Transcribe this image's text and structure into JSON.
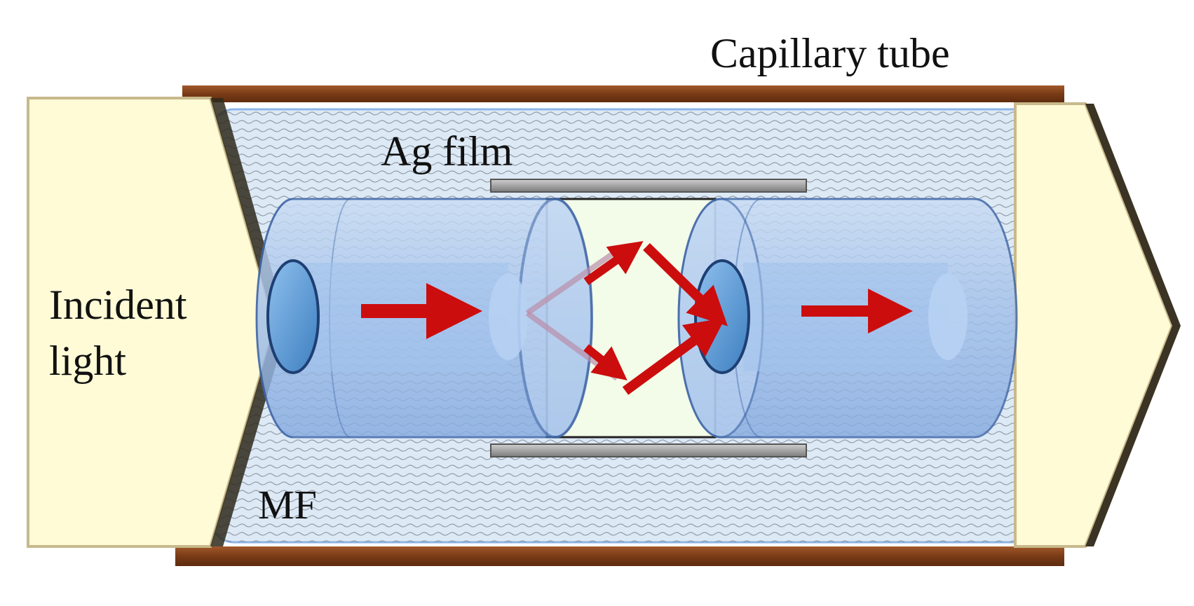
{
  "diagram": {
    "labels": {
      "capillary_tube": "Capillary tube",
      "ag_film": "Ag film",
      "incident_light_line1": "Incident",
      "incident_light_line2": "light",
      "mf": "MF"
    },
    "colors": {
      "capillary_wall": "#8b4513",
      "fiber_block": "#fffbd6",
      "fiber_block_edge": "#c8b98c",
      "magnetic_fluid": "#dde9f5",
      "fiber_cladding": "#a9c6ec",
      "fiber_core": "#5d9bd6",
      "ag_film": "#9a9a9a",
      "light_arrow": "#cc0d0d",
      "cavity": "#f3fbe9"
    }
  }
}
